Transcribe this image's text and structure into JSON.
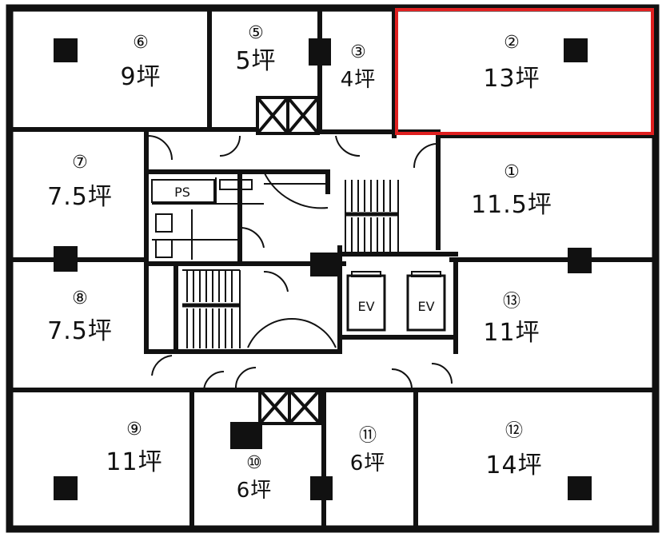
{
  "rooms": [
    {
      "id": "r6",
      "number": "⑥",
      "area": "9坪"
    },
    {
      "id": "r5",
      "number": "⑤",
      "area": "5坪"
    },
    {
      "id": "r3",
      "number": "③",
      "area": "4坪"
    },
    {
      "id": "r2",
      "number": "②",
      "area": "13坪",
      "highlighted": true
    },
    {
      "id": "r7",
      "number": "⑦",
      "area": "7.5坪"
    },
    {
      "id": "r1",
      "number": "①",
      "area": "11.5坪"
    },
    {
      "id": "r8",
      "number": "⑧",
      "area": "7.5坪"
    },
    {
      "id": "r13",
      "number": "⑬",
      "area": "11坪"
    },
    {
      "id": "r9",
      "number": "⑨",
      "area": "11坪"
    },
    {
      "id": "r10",
      "number": "⑩",
      "area": "6坪"
    },
    {
      "id": "r11",
      "number": "⑪",
      "area": "6坪"
    },
    {
      "id": "r12",
      "number": "⑫",
      "area": "14坪"
    }
  ],
  "labels": {
    "ps": "PS",
    "elevator_1": "EV",
    "elevator_2": "EV"
  },
  "colors": {
    "wall": "#111111",
    "highlight": "#e02020",
    "background": "#ffffff"
  }
}
